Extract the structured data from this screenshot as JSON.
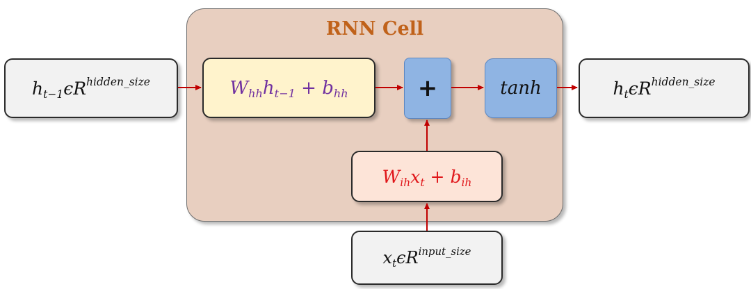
{
  "diagram": {
    "cell_title": "RNN Cell",
    "input_hidden": {
      "base": "h",
      "sub": "t−1",
      "rel": "ϵR",
      "sup": "hidden_size"
    },
    "output_hidden": {
      "base": "h",
      "sub": "t",
      "rel": "ϵR",
      "sup": "hidden_size"
    },
    "input_x": {
      "base": "x",
      "sub": "t",
      "rel": "ϵR",
      "sup": "input_size"
    },
    "hidden_linear": {
      "w": "W",
      "w_sub": "hh",
      "h": "h",
      "h_sub": "t−1",
      "plus": " + ",
      "b": "b",
      "b_sub": "hh"
    },
    "input_linear": {
      "w": "W",
      "w_sub": "ih",
      "x": "x",
      "x_sub": "t",
      "plus": " + ",
      "b": "b",
      "b_sub": "ih"
    },
    "sum_symbol": "+",
    "activation": "tanh",
    "colors": {
      "cell_bg": "#e8cfc0",
      "cell_title": "#c0621a",
      "hidden_term": "#7030a0",
      "input_term": "#e0161a",
      "node_blue": "#8fb4e3",
      "arrow": "#c00000"
    }
  }
}
